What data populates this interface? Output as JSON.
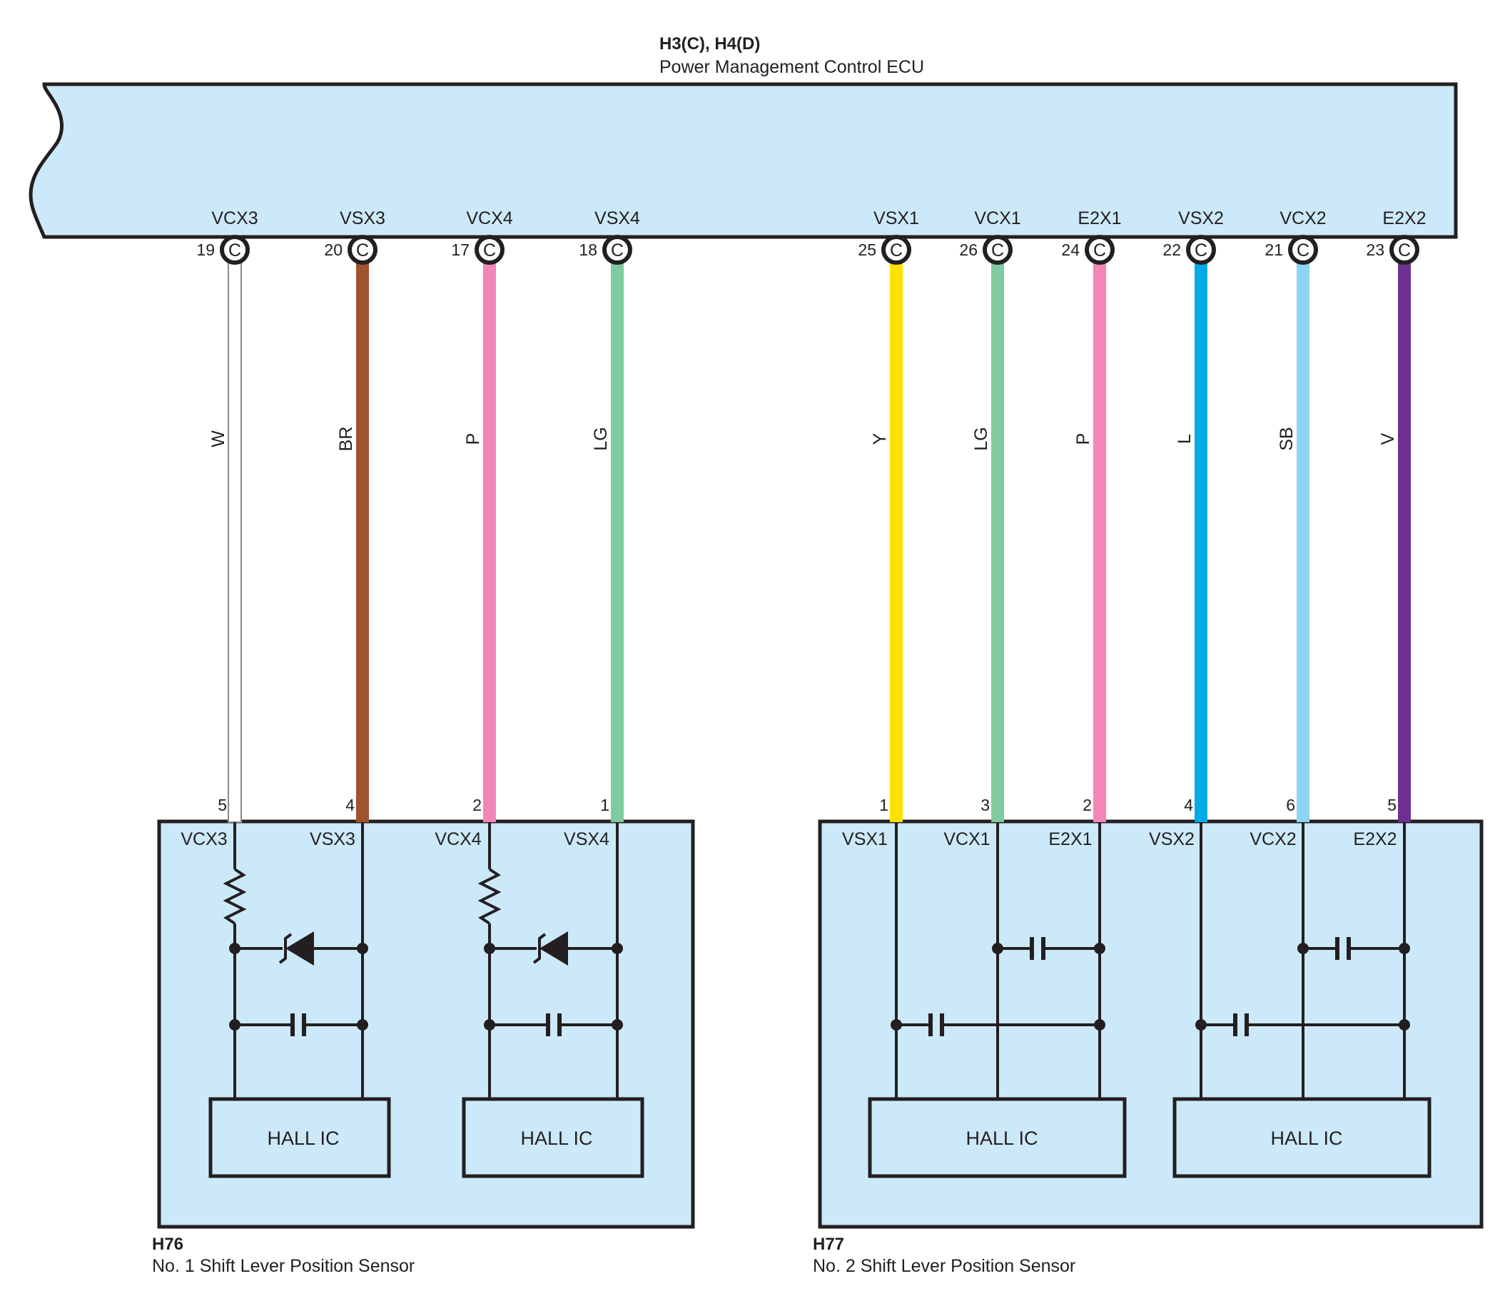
{
  "ecu": {
    "code": "H3(C), H4(D)",
    "name": "Power Management Control ECU",
    "fill": "#cce9f9"
  },
  "sensors": [
    {
      "code": "H76",
      "name": "No.  1 Shift Lever Position Sensor",
      "hall_ics": [
        "HALL IC",
        "HALL IC"
      ]
    },
    {
      "code": "H77",
      "name": "No.  2 Shift Lever Position Sensor",
      "hall_ics": [
        "HALL IC",
        "HALL IC"
      ]
    }
  ],
  "wires": [
    {
      "ecu_pin_name": "VCX3",
      "ecu_pin": "19",
      "connector": "C",
      "color_code": "W",
      "color": "#ffffff",
      "sensor_pin": "5",
      "sensor_pin_name": "VCX3",
      "sensor": "H76"
    },
    {
      "ecu_pin_name": "VSX3",
      "ecu_pin": "20",
      "connector": "C",
      "color_code": "BR",
      "color": "#a0522d",
      "sensor_pin": "4",
      "sensor_pin_name": "VSX3",
      "sensor": "H76"
    },
    {
      "ecu_pin_name": "VCX4",
      "ecu_pin": "17",
      "connector": "C",
      "color_code": "P",
      "color": "#f287b7",
      "sensor_pin": "2",
      "sensor_pin_name": "VCX4",
      "sensor": "H76"
    },
    {
      "ecu_pin_name": "VSX4",
      "ecu_pin": "18",
      "connector": "C",
      "color_code": "LG",
      "color": "#7fcaa0",
      "sensor_pin": "1",
      "sensor_pin_name": "VSX4",
      "sensor": "H76"
    },
    {
      "ecu_pin_name": "VSX1",
      "ecu_pin": "25",
      "connector": "C",
      "color_code": "Y",
      "color": "#ffe100",
      "sensor_pin": "1",
      "sensor_pin_name": "VSX1",
      "sensor": "H77"
    },
    {
      "ecu_pin_name": "VCX1",
      "ecu_pin": "26",
      "connector": "C",
      "color_code": "LG",
      "color": "#7fcaa0",
      "sensor_pin": "3",
      "sensor_pin_name": "VCX1",
      "sensor": "H77"
    },
    {
      "ecu_pin_name": "E2X1",
      "ecu_pin": "24",
      "connector": "C",
      "color_code": "P",
      "color": "#f287b7",
      "sensor_pin": "2",
      "sensor_pin_name": "E2X1",
      "sensor": "H77"
    },
    {
      "ecu_pin_name": "VSX2",
      "ecu_pin": "22",
      "connector": "C",
      "color_code": "L",
      "color": "#00a9e8",
      "sensor_pin": "4",
      "sensor_pin_name": "VSX2",
      "sensor": "H77"
    },
    {
      "ecu_pin_name": "VCX2",
      "ecu_pin": "21",
      "connector": "C",
      "color_code": "SB",
      "color": "#8ed4f5",
      "sensor_pin": "6",
      "sensor_pin_name": "VCX2",
      "sensor": "H77"
    },
    {
      "ecu_pin_name": "E2X2",
      "ecu_pin": "23",
      "connector": "C",
      "color_code": "V",
      "color": "#6e3193",
      "sensor_pin": "5",
      "sensor_pin_name": "E2X2",
      "sensor": "H77"
    }
  ]
}
